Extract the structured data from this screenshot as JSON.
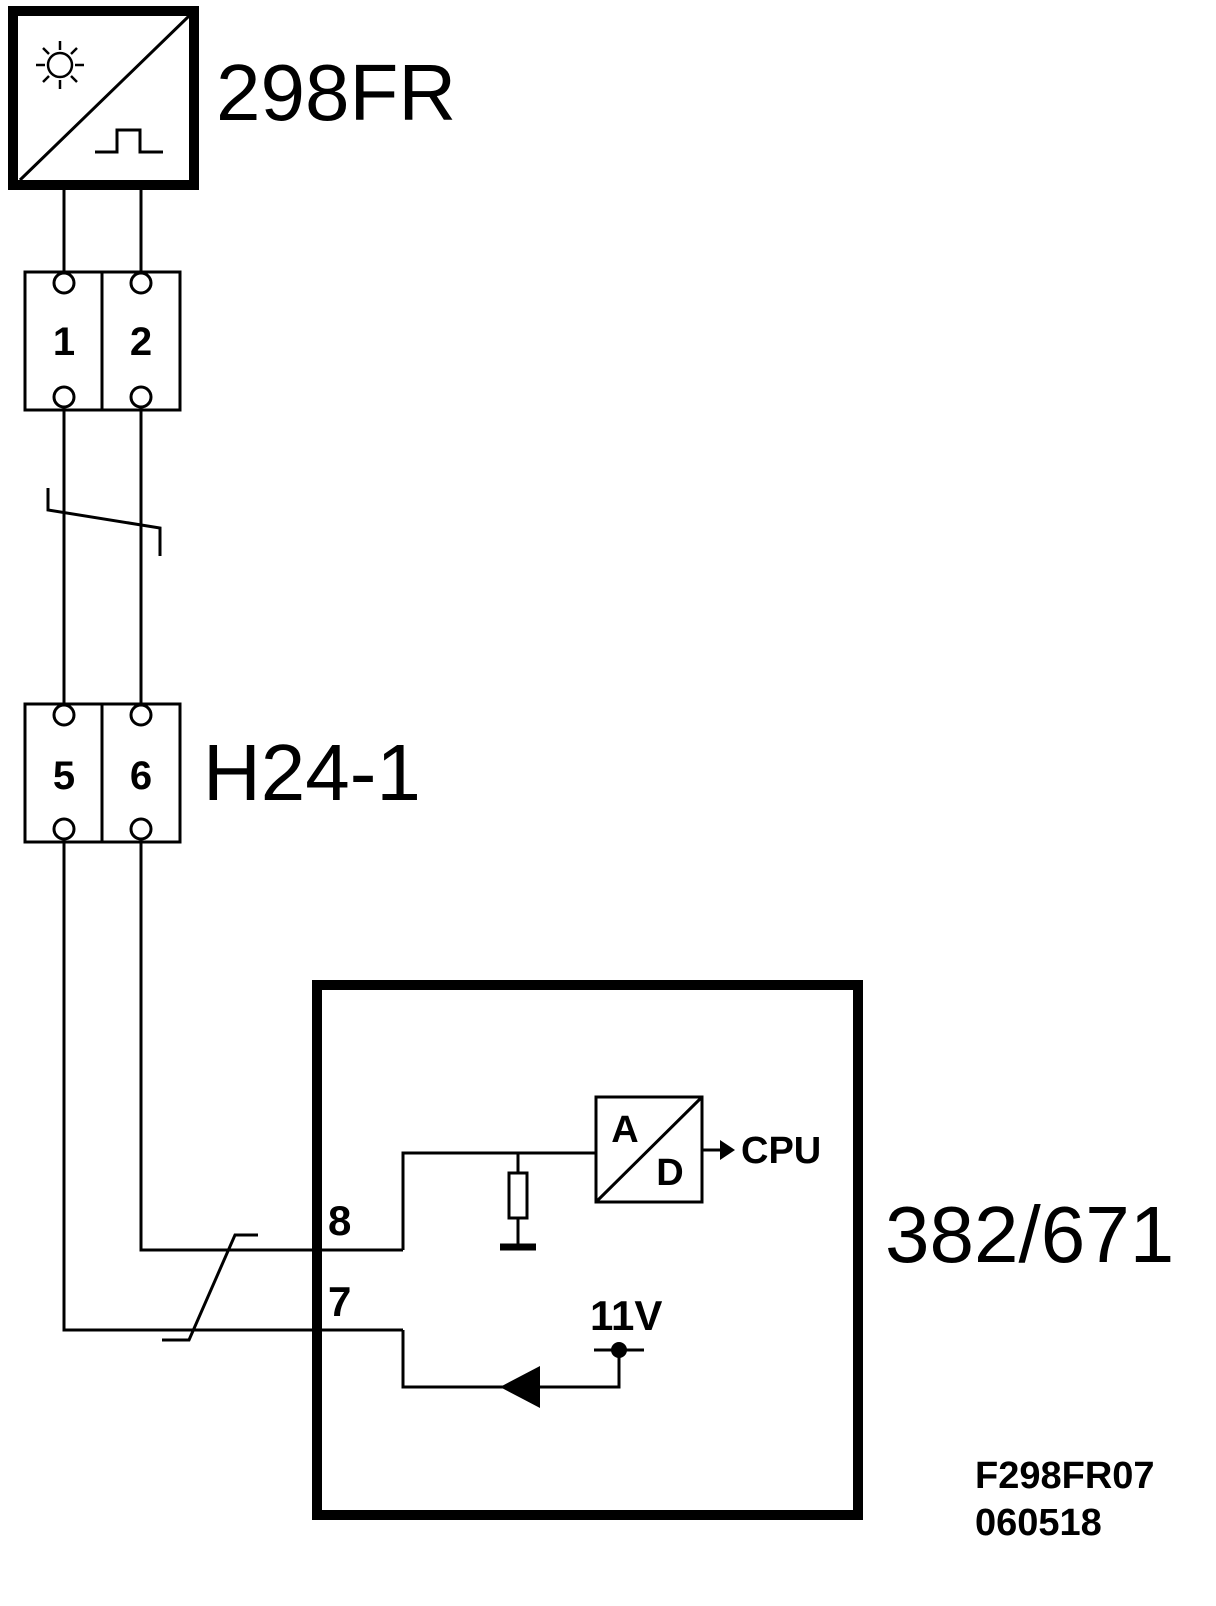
{
  "sensor": {
    "label": "298FR",
    "icons": [
      "sun-icon",
      "pulse-icon"
    ]
  },
  "connector_top": {
    "pins": [
      "1",
      "2"
    ]
  },
  "connector_mid": {
    "label": "H24-1",
    "pins": [
      "5",
      "6"
    ]
  },
  "ecu": {
    "label": "382/671",
    "pin_upper": "8",
    "pin_lower": "7",
    "adc": {
      "a": "A",
      "d": "D",
      "output": "CPU"
    },
    "supply": "11V"
  },
  "footer": {
    "code": "F298FR07",
    "date": "060518"
  }
}
